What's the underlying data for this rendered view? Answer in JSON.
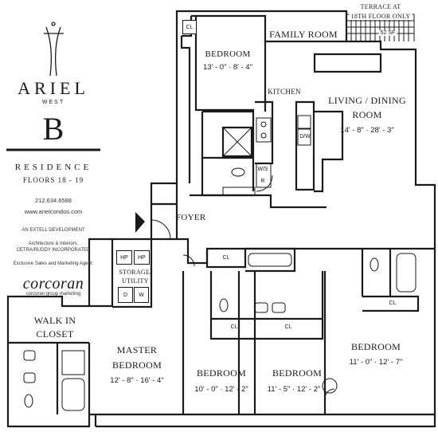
{
  "branding": {
    "name": "ARIEL",
    "sub": "WEST",
    "unit_letter": "B",
    "residence": "RESIDENCE",
    "floors": "FLOORS 18 - 19",
    "phone": "212.634.6588",
    "website": "www.arielcondos.com",
    "developer": "AN EXTELL DEVELOPMENT",
    "architects_label": "Architecture & Interiors:",
    "architects": "CETRA/RUDDY INCORPORATED",
    "sales_label": "Exclusive Sales and Marketing Agent:",
    "agent": "corcoran",
    "agent_sub": "corcoran group marketing"
  },
  "rooms": {
    "terrace": {
      "line1": "TERRACE AT",
      "line2": "18TH FLOOR ONLY",
      "area": "52 SF"
    },
    "family_room": {
      "name": "FAMILY ROOM"
    },
    "bedroom_top": {
      "name": "BEDROOM",
      "dims": "13' - 0\" · 8' - 4\""
    },
    "kitchen": {
      "name": "KITCHEN"
    },
    "living_dining": {
      "line1": "LIVING / DINING",
      "line2": "ROOM",
      "dims": "14' - 8\" · 28' - 3\""
    },
    "foyer": {
      "name": "FOYER"
    },
    "walk_in_closet": {
      "line1": "WALK IN",
      "line2": "CLOSET"
    },
    "master_bedroom": {
      "line1": "MASTER",
      "line2": "BEDROOM",
      "dims": "12' - 8\" · 16' - 4\""
    },
    "bedroom_2": {
      "name": "BEDROOM",
      "dims": "10' - 0\" · 12' - 2\""
    },
    "bedroom_3": {
      "name": "BEDROOM",
      "dims": "11' - 5\" · 12' - 2\""
    },
    "bedroom_4": {
      "name": "BEDROOM",
      "dims": "11' - 0\" · 12' - 7\""
    },
    "storage": {
      "line1": "STORAGE/",
      "line2": "UTILITY"
    }
  },
  "fixtures": {
    "cl": "CL",
    "hp": "HP",
    "dw": "D/W",
    "ws": "W/S",
    "r": "R",
    "d": "D",
    "w": "W"
  }
}
